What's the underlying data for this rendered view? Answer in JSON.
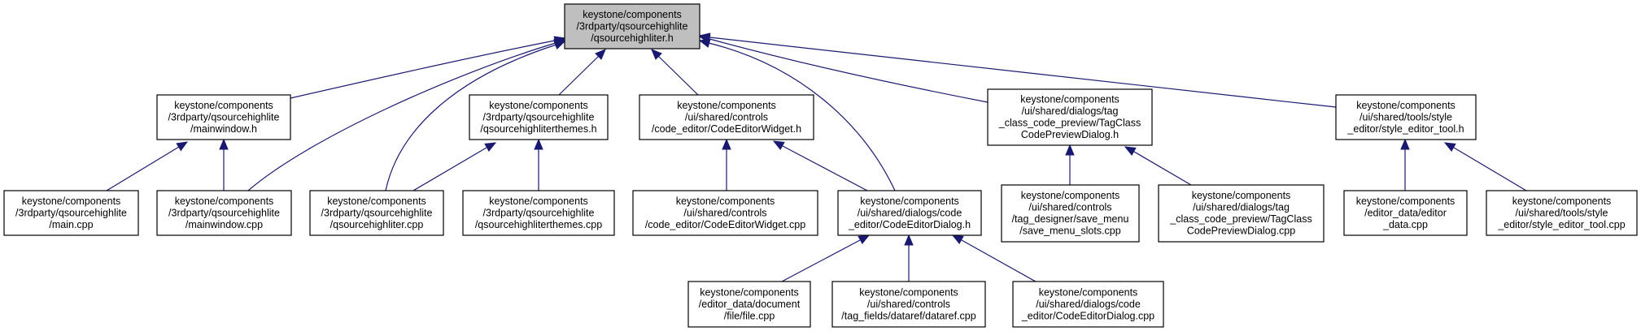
{
  "graph": {
    "title": "keystone/components/3rdparty/qsourcehighlite/qsourcehighliter.h include dependency graph",
    "edge_color": "#191970",
    "root_fill": "#bfbfbf",
    "node_fill": "#ffffff",
    "nodes": [
      {
        "id": "root",
        "lines": [
          "keystone/components",
          "/3rdparty/qsourcehighlite",
          "/qsourcehighliter.h"
        ],
        "root": true
      },
      {
        "id": "mainwindow_h",
        "lines": [
          "keystone/components",
          "/3rdparty/qsourcehighlite",
          "/mainwindow.h"
        ]
      },
      {
        "id": "themes_h",
        "lines": [
          "keystone/components",
          "/3rdparty/qsourcehighlite",
          "/qsourcehighliterthemes.h"
        ]
      },
      {
        "id": "codeeditorwidget_h",
        "lines": [
          "keystone/components",
          "/ui/shared/controls",
          "/code_editor/CodeEditorWidget.h"
        ]
      },
      {
        "id": "tagclass_h",
        "lines": [
          "keystone/components",
          "/ui/shared/dialogs/tag",
          "_class_code_preview/TagClass",
          "CodePreviewDialog.h"
        ]
      },
      {
        "id": "styleeditor_h",
        "lines": [
          "keystone/components",
          "/ui/shared/tools/style",
          "_editor/style_editor_tool.h"
        ]
      },
      {
        "id": "main_cpp",
        "lines": [
          "keystone/components",
          "/3rdparty/qsourcehighlite",
          "/main.cpp"
        ]
      },
      {
        "id": "mainwindow_cpp",
        "lines": [
          "keystone/components",
          "/3rdparty/qsourcehighlite",
          "/mainwindow.cpp"
        ]
      },
      {
        "id": "qsourcehighliter_cpp",
        "lines": [
          "keystone/components",
          "/3rdparty/qsourcehighlite",
          "/qsourcehighliter.cpp"
        ]
      },
      {
        "id": "themes_cpp",
        "lines": [
          "keystone/components",
          "/3rdparty/qsourcehighlite",
          "/qsourcehighliterthemes.cpp"
        ]
      },
      {
        "id": "codeeditorwidget_cpp",
        "lines": [
          "keystone/components",
          "/ui/shared/controls",
          "/code_editor/CodeEditorWidget.cpp"
        ]
      },
      {
        "id": "codeeditordialog_h",
        "lines": [
          "keystone/components",
          "/ui/shared/dialogs/code",
          "_editor/CodeEditorDialog.h"
        ]
      },
      {
        "id": "savemenu_cpp",
        "lines": [
          "keystone/components",
          "/ui/shared/controls",
          "/tag_designer/save_menu",
          "/save_menu_slots.cpp"
        ]
      },
      {
        "id": "tagclass_cpp",
        "lines": [
          "keystone/components",
          "/ui/shared/dialogs/tag",
          "_class_code_preview/TagClass",
          "CodePreviewDialog.cpp"
        ]
      },
      {
        "id": "editordata_cpp",
        "lines": [
          "keystone/components",
          "/editor_data/editor",
          "_data.cpp"
        ]
      },
      {
        "id": "styleeditor_cpp",
        "lines": [
          "keystone/components",
          "/ui/shared/tools/style",
          "_editor/style_editor_tool.cpp"
        ]
      },
      {
        "id": "file_cpp",
        "lines": [
          "keystone/components",
          "/editor_data/document",
          "/file/file.cpp"
        ]
      },
      {
        "id": "dataref_cpp",
        "lines": [
          "keystone/components",
          "/ui/shared/controls",
          "/tag_fields/dataref/dataref.cpp"
        ]
      },
      {
        "id": "codeeditordialog_cpp",
        "lines": [
          "keystone/components",
          "/ui/shared/dialogs/code",
          "_editor/CodeEditorDialog.cpp"
        ]
      }
    ],
    "edges": [
      {
        "from": "mainwindow_h",
        "to": "root"
      },
      {
        "from": "mainwindow_cpp",
        "to": "root"
      },
      {
        "from": "qsourcehighliter_cpp",
        "to": "root"
      },
      {
        "from": "themes_h",
        "to": "root"
      },
      {
        "from": "codeeditorwidget_h",
        "to": "root"
      },
      {
        "from": "codeeditordialog_h",
        "to": "root"
      },
      {
        "from": "tagclass_h",
        "to": "root"
      },
      {
        "from": "styleeditor_h",
        "to": "root"
      },
      {
        "from": "main_cpp",
        "to": "mainwindow_h"
      },
      {
        "from": "mainwindow_cpp",
        "to": "mainwindow_h"
      },
      {
        "from": "qsourcehighliter_cpp",
        "to": "themes_h"
      },
      {
        "from": "themes_cpp",
        "to": "themes_h"
      },
      {
        "from": "codeeditorwidget_cpp",
        "to": "codeeditorwidget_h"
      },
      {
        "from": "codeeditordialog_h",
        "to": "codeeditorwidget_h"
      },
      {
        "from": "savemenu_cpp",
        "to": "tagclass_h"
      },
      {
        "from": "tagclass_cpp",
        "to": "tagclass_h"
      },
      {
        "from": "editordata_cpp",
        "to": "styleeditor_h"
      },
      {
        "from": "styleeditor_cpp",
        "to": "styleeditor_h"
      },
      {
        "from": "file_cpp",
        "to": "codeeditordialog_h"
      },
      {
        "from": "dataref_cpp",
        "to": "codeeditordialog_h"
      },
      {
        "from": "codeeditordialog_cpp",
        "to": "codeeditordialog_h"
      }
    ]
  }
}
